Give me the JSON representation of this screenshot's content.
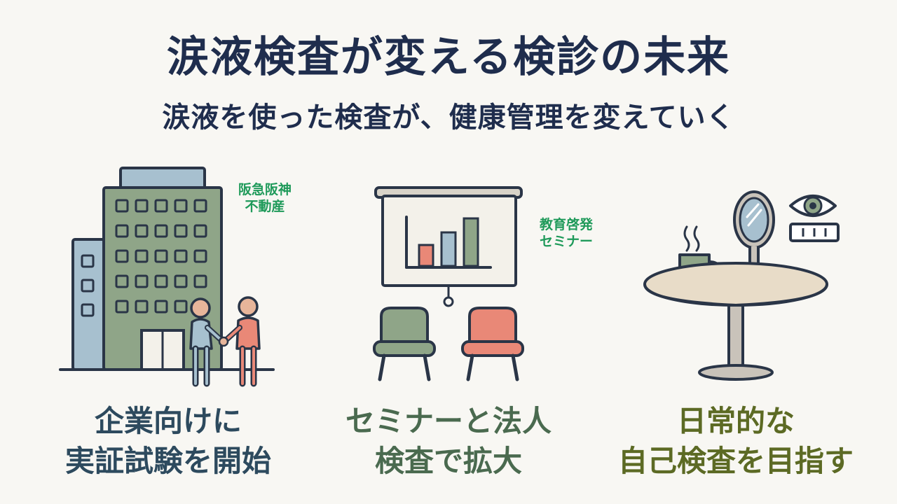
{
  "header": {
    "title": "涙液検査が変える検診の未来",
    "subtitle": "涙液を使った検査が、健康管理を変えていく"
  },
  "panels": [
    {
      "tag_lines": [
        "阪急阪神",
        "不動産"
      ],
      "caption_lines": [
        "企業向けに",
        "実証試験を開始"
      ],
      "caption_color": "#2d4a5e"
    },
    {
      "tag_lines": [
        "教育啓発",
        "セミナー"
      ],
      "caption_lines": [
        "セミナーと法人",
        "検査で拡大"
      ],
      "caption_color": "#4a6a4f"
    },
    {
      "tag_lines": [],
      "caption_lines": [
        "日常的な",
        "自己検査を目指す"
      ],
      "caption_color": "#5c6a24"
    }
  ],
  "colors": {
    "outline": "#2a3547",
    "sage": "#8fa588",
    "coral": "#e98877",
    "blue": "#a7c0cf",
    "table": "#e8dcc8",
    "accent_green": "#1f9a5a"
  }
}
